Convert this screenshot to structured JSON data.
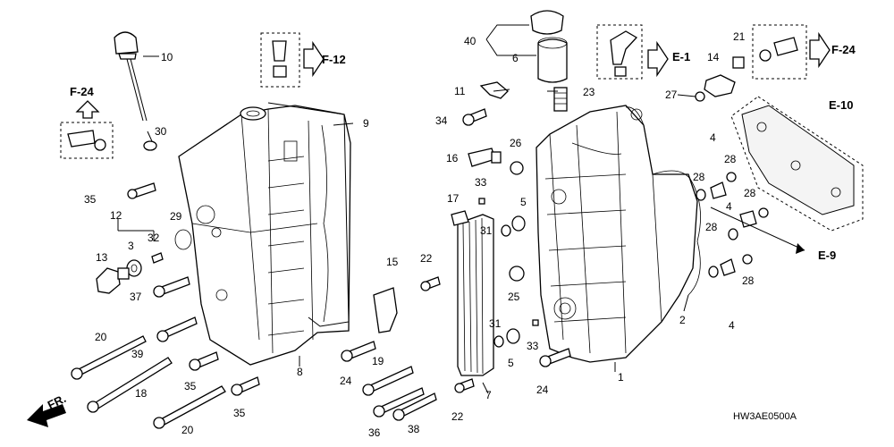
{
  "diagram_code": "HW3AE0500A",
  "front_arrow_label": "FR.",
  "section_refs": [
    "F-24",
    "F-12",
    "E-1",
    "F-24",
    "E-10",
    "E-9"
  ],
  "part_numbers": {
    "p1": "1",
    "p2": "2",
    "p3": "3",
    "p4a": "4",
    "p4b": "4",
    "p4c": "4",
    "p5a": "5",
    "p5b": "5",
    "p6": "6",
    "p7": "7",
    "p8": "8",
    "p9": "9",
    "p10": "10",
    "p11": "11",
    "p12": "12",
    "p13": "13",
    "p14": "14",
    "p15": "15",
    "p16": "16",
    "p17": "17",
    "p18": "18",
    "p19": "19",
    "p20a": "20",
    "p20b": "20",
    "p21": "21",
    "p22a": "22",
    "p22b": "22",
    "p23": "23",
    "p24a": "24",
    "p24b": "24",
    "p25": "25",
    "p26": "26",
    "p27": "27",
    "p28a": "28",
    "p28b": "28",
    "p28c": "28",
    "p28d": "28",
    "p28e": "28",
    "p29": "29",
    "p30": "30",
    "p31a": "31",
    "p31b": "31",
    "p32": "32",
    "p33a": "33",
    "p33b": "33",
    "p34": "34",
    "p35a": "35",
    "p35b": "35",
    "p35c": "35",
    "p36": "36",
    "p37": "37",
    "p38": "38",
    "p39": "39",
    "p40": "40"
  }
}
